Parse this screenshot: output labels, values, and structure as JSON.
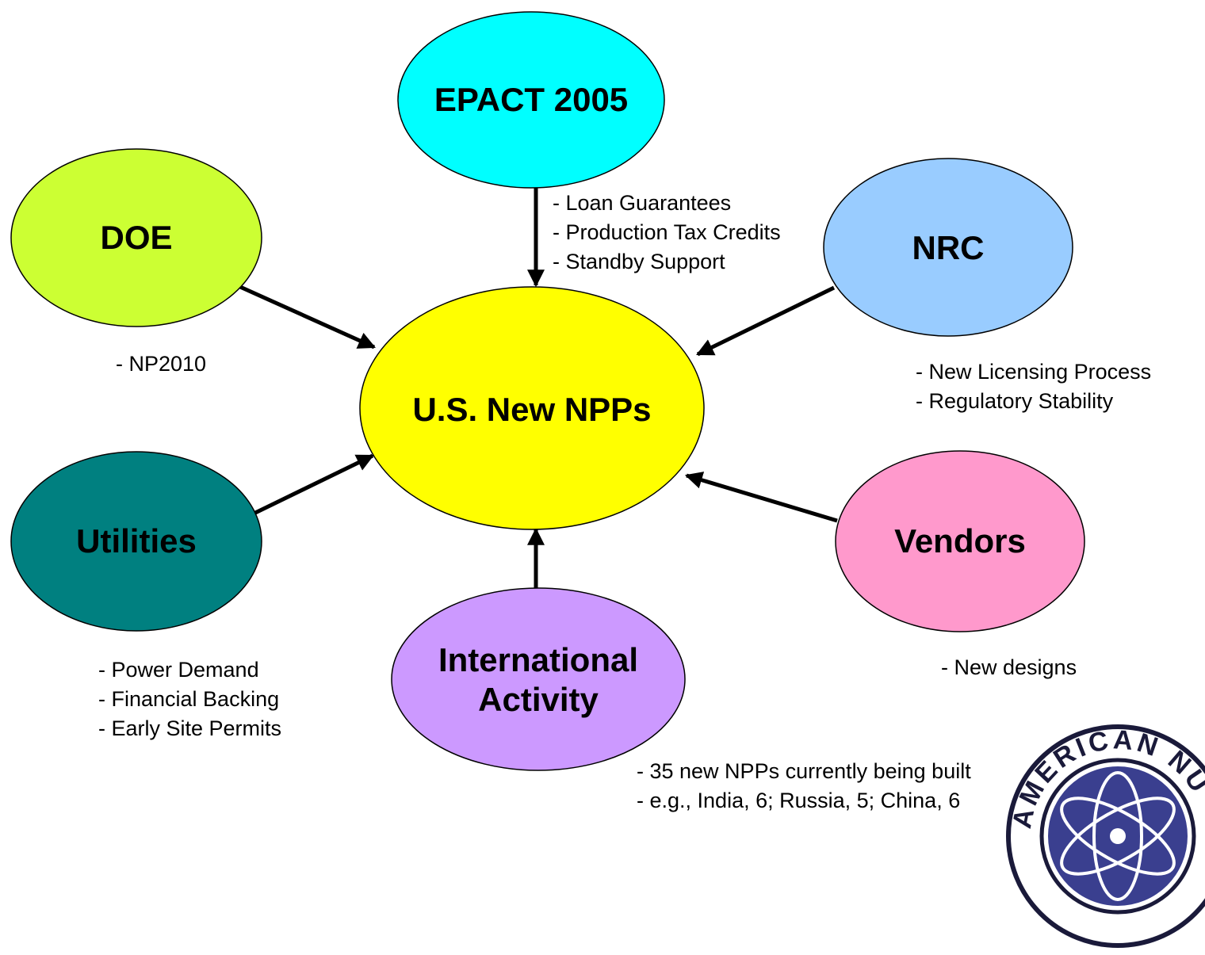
{
  "nodes": {
    "center": {
      "label": "U.S. New NPPs",
      "color": "#ffff00"
    },
    "epact": {
      "label": "EPACT 2005",
      "color": "#00ffff"
    },
    "doe": {
      "label": "DOE",
      "color": "#ccff33"
    },
    "nrc": {
      "label": "NRC",
      "color": "#99ccff"
    },
    "utilities": {
      "label": "Utilities",
      "color": "#008080"
    },
    "vendors": {
      "label": "Vendors",
      "color": "#ff99cc"
    },
    "international": {
      "label_line1": "International",
      "label_line2": "Activity",
      "color": "#cc99ff"
    }
  },
  "notes": {
    "epact": [
      "- Loan Guarantees",
      "- Production Tax Credits",
      "- Standby Support"
    ],
    "doe": [
      "- NP2010"
    ],
    "nrc": [
      "- New Licensing Process",
      "- Regulatory Stability"
    ],
    "utilities": [
      "- Power Demand",
      "- Financial Backing",
      "- Early Site Permits"
    ],
    "vendors": [
      "- New designs"
    ],
    "international": [
      "- 35 new NPPs currently being built",
      "- e.g., India, 6; Russia, 5; China, 6"
    ]
  },
  "logo": {
    "text": "AMERICAN NU",
    "icon": "atom-seal-icon"
  }
}
